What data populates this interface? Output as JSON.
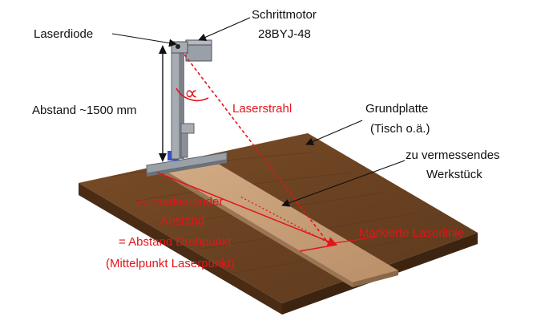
{
  "labels": {
    "laserdiode": "Laserdiode",
    "motor_line1": "Schrittmotor",
    "motor_line2": "28BYJ-48",
    "distance": "Abstand ~1500 mm",
    "alpha": "∝",
    "laser_beam": "Laserstrahl",
    "base_line1": "Grundplatte",
    "base_line2": "(Tisch o.ä.)",
    "work_line1": "zu vermessendes",
    "work_line2": "Werkstück",
    "mark_line1": "zu markierender",
    "mark_line2": "Abstand",
    "mark_line3": "= Abstand Drehpunkt",
    "mark_line4": "(Mittelpunkt Laserpunkt)",
    "marked_line": "Markierte Laserlinie"
  },
  "colors": {
    "text": "#111111",
    "red": "#e3141b",
    "wood_top": "#6b4424",
    "wood_edge": "#4a2c14",
    "board_top": "#c8a07a",
    "board_edge": "#9a7553",
    "metal": "#8a8f98",
    "metal_dark": "#5d626b",
    "motor_blue": "#3a4cc8"
  }
}
